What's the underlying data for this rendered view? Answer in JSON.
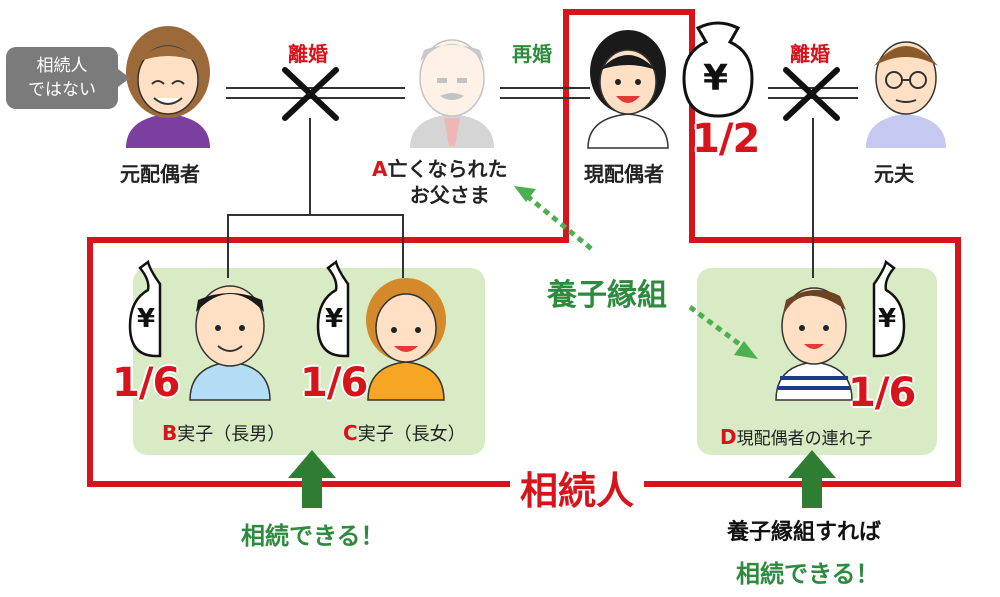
{
  "labels": {
    "not_heir": "相続人\nではない",
    "divorce_left": "離婚",
    "remarriage": "再婚",
    "divorce_right": "離婚",
    "former_spouse": "元配偶者",
    "father_letter": "A",
    "father_line1": "亡くなられた",
    "father_line2": "お父さま",
    "current_spouse": "現配偶者",
    "former_husband": "元夫",
    "adoption": "養子縁組",
    "child_b_letter": "B",
    "child_b": "実子（長男）",
    "child_c_letter": "C",
    "child_c": "実子（長女）",
    "child_d_letter": "D",
    "child_d": "現配偶者の連れ子",
    "heirs": "相続人",
    "can_inherit": "相続できる！",
    "if_adopted": "養子縁組すれば",
    "can_inherit2": "相続できる！"
  },
  "shares": {
    "spouse": "1/2",
    "child_b": "1/6",
    "child_c": "1/6",
    "child_d": "1/6"
  },
  "money_symbol": "¥",
  "colors": {
    "red": "#d7141c",
    "green_text": "#2e7d32",
    "green_box": "#d8ebc4",
    "arrow_green": "#2f7d32",
    "tag_gray": "#7b7b7b"
  }
}
